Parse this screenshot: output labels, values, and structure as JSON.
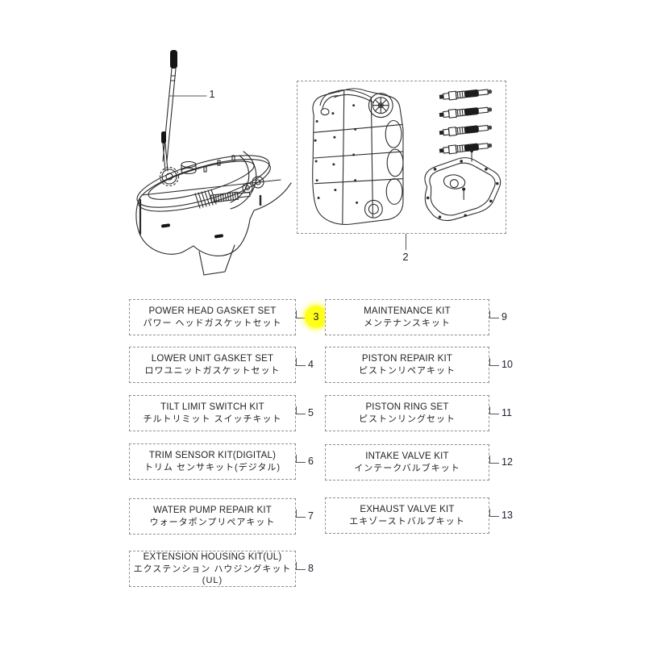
{
  "page": {
    "background": "#ffffff"
  },
  "colors": {
    "highlight": "#ffff00",
    "line_art": "#2b2b2b",
    "dashed_border": "#8f8f8f",
    "text": "#1f1f1f"
  },
  "highlight": {
    "item": "3",
    "color": "#ffff00"
  },
  "figures": {
    "lower_unit": {
      "label": "1",
      "description": "lower unit gearcase with driveshaft"
    },
    "powerhead_kit": {
      "label": "2",
      "description": "powerhead engine block with four spark plugs and gasket"
    }
  },
  "kits": {
    "left": [
      {
        "num": "3",
        "en": "POWER HEAD GASKET SET",
        "ja": "パワー ヘッドガスケットセット",
        "highlighted": true
      },
      {
        "num": "4",
        "en": "LOWER UNIT GASKET SET",
        "ja": "ロワユニットガスケットセット",
        "highlighted": false
      },
      {
        "num": "5",
        "en": "TILT LIMIT SWITCH KIT",
        "ja": "チルトリミット スイッチキット",
        "highlighted": false
      },
      {
        "num": "6",
        "en": "TRIM SENSOR KIT(DIGITAL)",
        "ja": "トリム センサキット(デジタル)",
        "highlighted": false
      },
      {
        "num": "7",
        "en": "WATER PUMP REPAIR KIT",
        "ja": "ウォータポンプリペアキット",
        "highlighted": false
      },
      {
        "num": "8",
        "en": "EXTENSION HOUSING KIT(UL)",
        "ja": "エクステンション ハウジングキット (UL)",
        "highlighted": false
      }
    ],
    "right": [
      {
        "num": "9",
        "en": "MAINTENANCE KIT",
        "ja": "メンテナンスキット",
        "highlighted": false
      },
      {
        "num": "10",
        "en": "PISTON REPAIR KIT",
        "ja": "ピストンリペアキット",
        "highlighted": false
      },
      {
        "num": "11",
        "en": "PISTON RING SET",
        "ja": "ピストンリングセット",
        "highlighted": false
      },
      {
        "num": "12",
        "en": "INTAKE VALVE KIT",
        "ja": "インテークバルブキット",
        "highlighted": false
      },
      {
        "num": "13",
        "en": "EXHAUST VALVE KIT",
        "ja": "エキゾーストバルブキット",
        "highlighted": false
      }
    ]
  }
}
